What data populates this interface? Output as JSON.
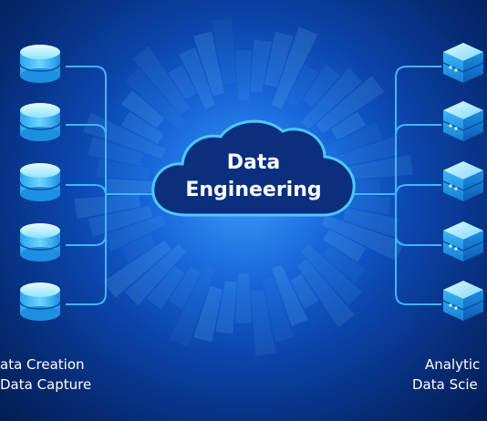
{
  "center": {
    "title_line1": "Data",
    "title_line2": "Engineering"
  },
  "left": {
    "caption_line1": "ata Creation",
    "caption_line2": "Data Capture",
    "icon": "database-icon",
    "count": 5
  },
  "right": {
    "caption_line1": "Analytic",
    "caption_line2": "Data Scie",
    "icon": "server-icon",
    "count": 5
  },
  "colors": {
    "background": "#0a3e9e",
    "line": "#3fb6ff",
    "cloud_fill": "#0b2f7e",
    "cloud_stroke": "#4cc8ff",
    "icon_light": "#8fe3ff",
    "icon_dark": "#1d8fe0"
  }
}
